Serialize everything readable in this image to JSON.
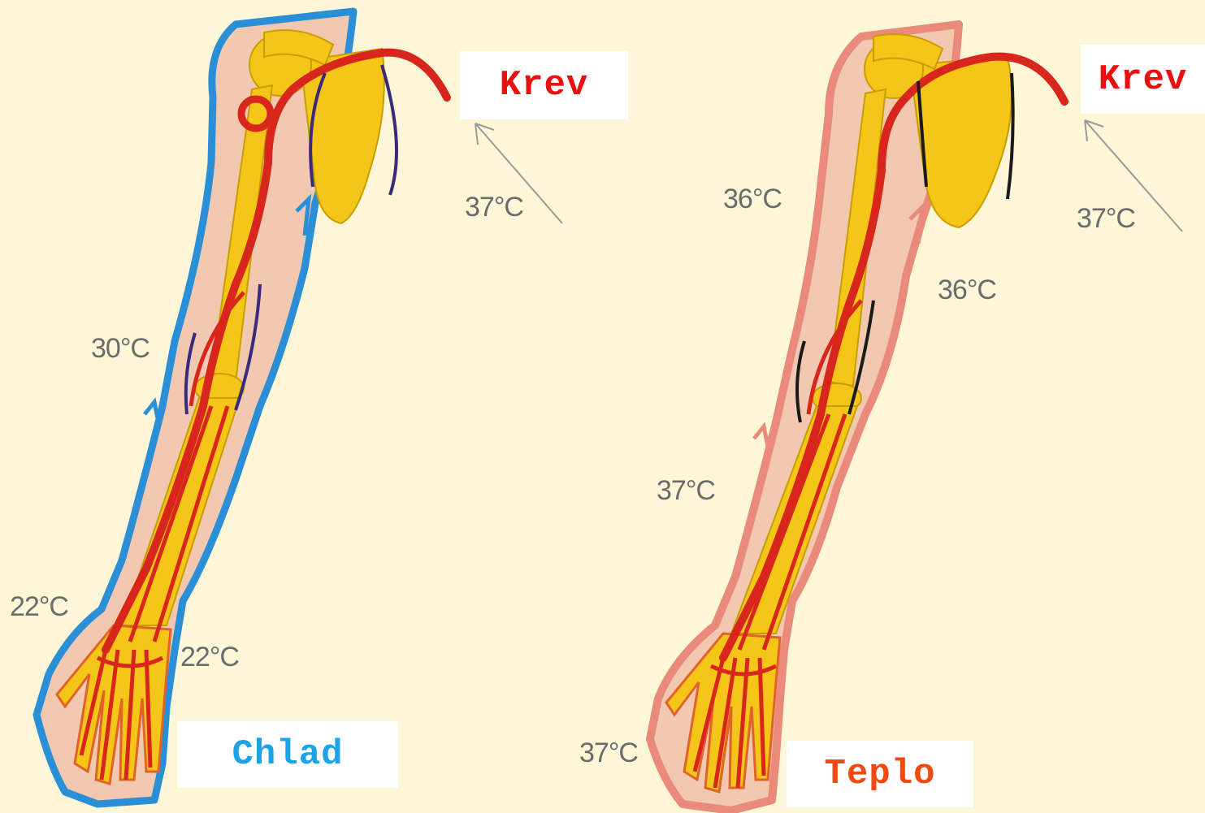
{
  "colors": {
    "background": "#fdf7d8",
    "bone": "#f5c518",
    "artery": "#d9261c",
    "vein": "#3a2a7a",
    "cold_outline": "#2a8fd6",
    "warm_outline": "#e98a7a",
    "skin": "#f2c9b0",
    "text_grey": "#6b6b6b"
  },
  "left_panel": {
    "blood_label": "Krev",
    "blood_label_color": "#e8110f",
    "state_label": "Chlad",
    "state_label_color": "#1aa3e8",
    "temps": {
      "core": "37°C",
      "upper_arm": "30°C",
      "wrist": "22°C",
      "hand": "22°C"
    }
  },
  "right_panel": {
    "blood_label": "Krev",
    "blood_label_color": "#e8110f",
    "state_label": "Teplo",
    "state_label_color": "#f04a12",
    "temps": {
      "core": "37°C",
      "shoulder": "36°C",
      "upper_arm": "36°C",
      "forearm": "37°C",
      "hand": "37°C"
    }
  }
}
